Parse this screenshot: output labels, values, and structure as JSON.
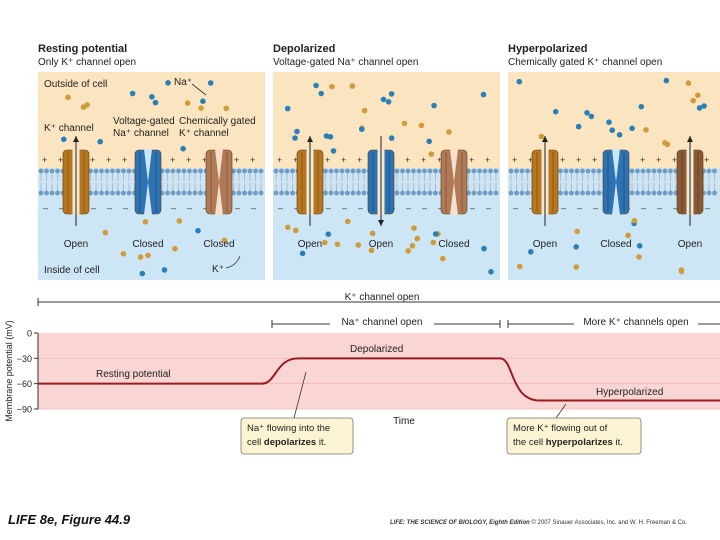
{
  "panels": [
    {
      "title": "Resting potential",
      "subtitle": "Only K⁺ channel open",
      "outside_label": "Outside of cell",
      "inside_label": "Inside of cell",
      "na_label": "Na⁺",
      "k_label": "K⁺",
      "channel_labels": [
        "K⁺ channel",
        "Voltage-gated Na⁺ channel",
        "Chemically gated K⁺ channel"
      ],
      "states": [
        "Open",
        "Closed",
        "Closed"
      ]
    },
    {
      "title": "Depolarized",
      "subtitle": "Voltage-gated Na⁺ channel open",
      "states": [
        "Open",
        "Open",
        "Closed"
      ]
    },
    {
      "title": "Hyperpolarized",
      "subtitle": "Chemically gated K⁺ channel open",
      "states": [
        "Open",
        "Closed",
        "Open"
      ]
    }
  ],
  "timeline": {
    "k_open": "K⁺ channel open",
    "na_open": "Na⁺ channel open",
    "more_k_open": "More K⁺ channels open"
  },
  "graph": {
    "ylabel": "Membrane potential (mV)",
    "yticks": [
      "0",
      "−30",
      "−60",
      "−90"
    ],
    "xlabel": "Time",
    "resting_label": "Resting potential",
    "depolarized_label": "Depolarized",
    "hyperpolarized_label": "Hyperpolarized",
    "callout_na": {
      "pre": "Na⁺ flowing into the",
      "line2_pre": "cell ",
      "line2_bold": "depolarizes",
      "line2_post": " it."
    },
    "callout_k": {
      "pre": "More K⁺ flowing out of",
      "line2_pre": "the cell ",
      "line2_bold": "hyperpolarizes",
      "line2_post": " it."
    },
    "trace_mv": {
      "resting": -60,
      "depolarized": -30,
      "hyperpolarized": -80
    },
    "ylim": [
      -90,
      0
    ]
  },
  "footer": {
    "figure": "LIFE 8e, Figure 44.9",
    "credit_bold": "LIFE: THE SCIENCE OF BIOLOGY, Eighth Edition",
    "credit_rest": " © 2007 Sinauer Associates, Inc. and W. H. Freeman & Co."
  },
  "colors": {
    "outside": "#fbe5c0",
    "inside": "#cde6f6",
    "graph_bg": "#f9d6d3",
    "trace": "#9b1b22",
    "na_ion": "#2a7fb8",
    "k_ion": "#d19a3a",
    "k_channel": "#b8761e",
    "na_channel": "#2d73b3",
    "chem_channel": "#b07a56",
    "callout_bg": "#fbf4d2"
  }
}
